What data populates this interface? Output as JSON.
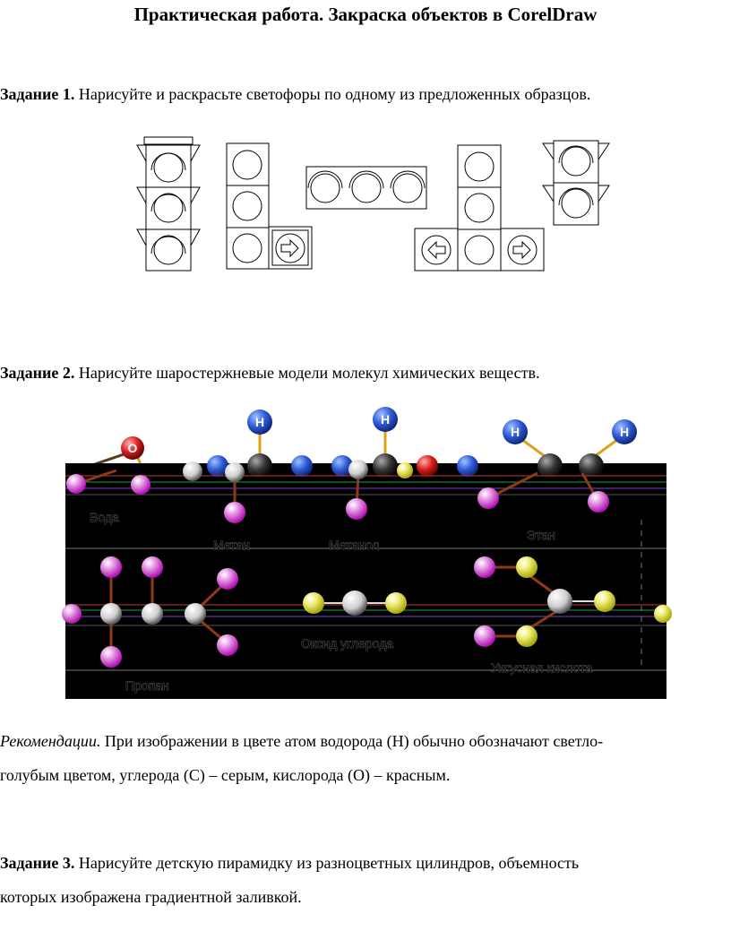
{
  "title": "Практическая работа. Закраска объектов в CorelDraw",
  "task1": {
    "label": "Задание 1.",
    "text": " Нарисуйте и раскрасьте светофоры по одному из предложенных образцов."
  },
  "task2": {
    "label": "Задание 2.",
    "text": " Нарисуйте шаростержневые модели молекул химических веществ.",
    "atom_symbols": {
      "hydrogen": "H",
      "oxygen": "O"
    },
    "molecule_labels": [
      "Вода",
      "Метан",
      "Метанол",
      "Этан",
      "Пропан",
      "Оксид углерода",
      "Уксусная кислота"
    ]
  },
  "recommendation": {
    "label": "Рекомендации.",
    "line1": " При изображении в цвете атом водорода (H) обычно обозначают светло-",
    "line2": "голубым цветом, углерода (C) – серым, кислорода (O) – красным."
  },
  "task3": {
    "label": "Задание 3.",
    "line1": " Нарисуйте детскую пирамидку из разноцветных цилиндров, объемность",
    "line2": "которых изображена градиентной заливкой."
  },
  "colors": {
    "hydrogen": "#2f5bd8",
    "oxygen": "#d81c1c",
    "carbon": "#333333",
    "magenta": "#d21fd2",
    "yellow": "#e6e41f",
    "bond": "#d9a21a",
    "panel": "#000000"
  }
}
